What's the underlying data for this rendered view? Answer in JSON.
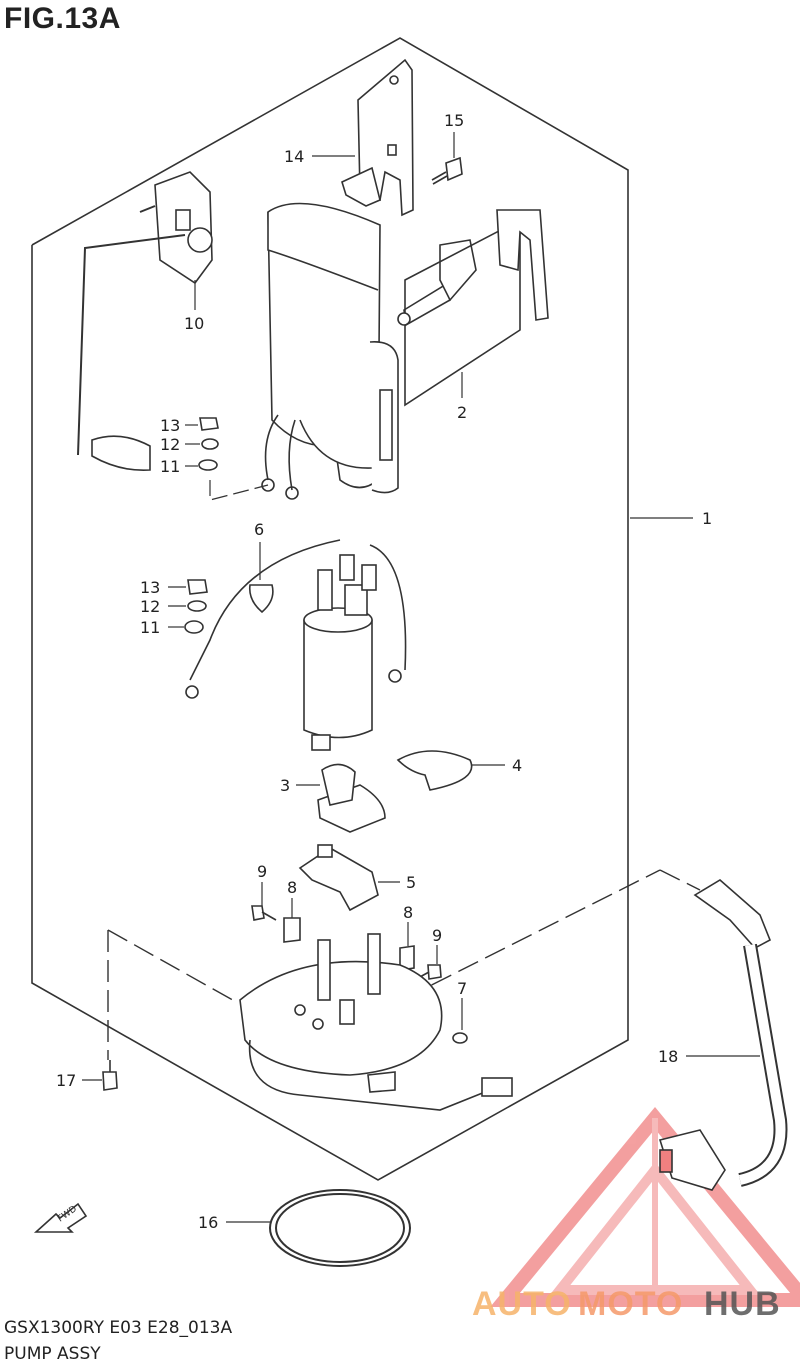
{
  "figure": {
    "title": "FIG.13A",
    "model": "GSX1300RY E03 E28_013A",
    "description": "PUMP ASSY"
  },
  "callouts": {
    "c1": "1",
    "c2": "2",
    "c3": "3",
    "c4": "4",
    "c5": "5",
    "c6": "6",
    "c7": "7",
    "c8a": "8",
    "c8b": "8",
    "c9a": "9",
    "c9b": "9",
    "c10": "10",
    "c11a": "11",
    "c11b": "11",
    "c12a": "12",
    "c12b": "12",
    "c13a": "13",
    "c13b": "13",
    "c14": "14",
    "c15": "15",
    "c16": "16",
    "c17": "17",
    "c18": "18"
  },
  "fwd_label": "FWD",
  "watermark": {
    "auto": "AUTO",
    "moto": "MOTO",
    "hub": "HUB",
    "triangle_color": "#f08080"
  }
}
